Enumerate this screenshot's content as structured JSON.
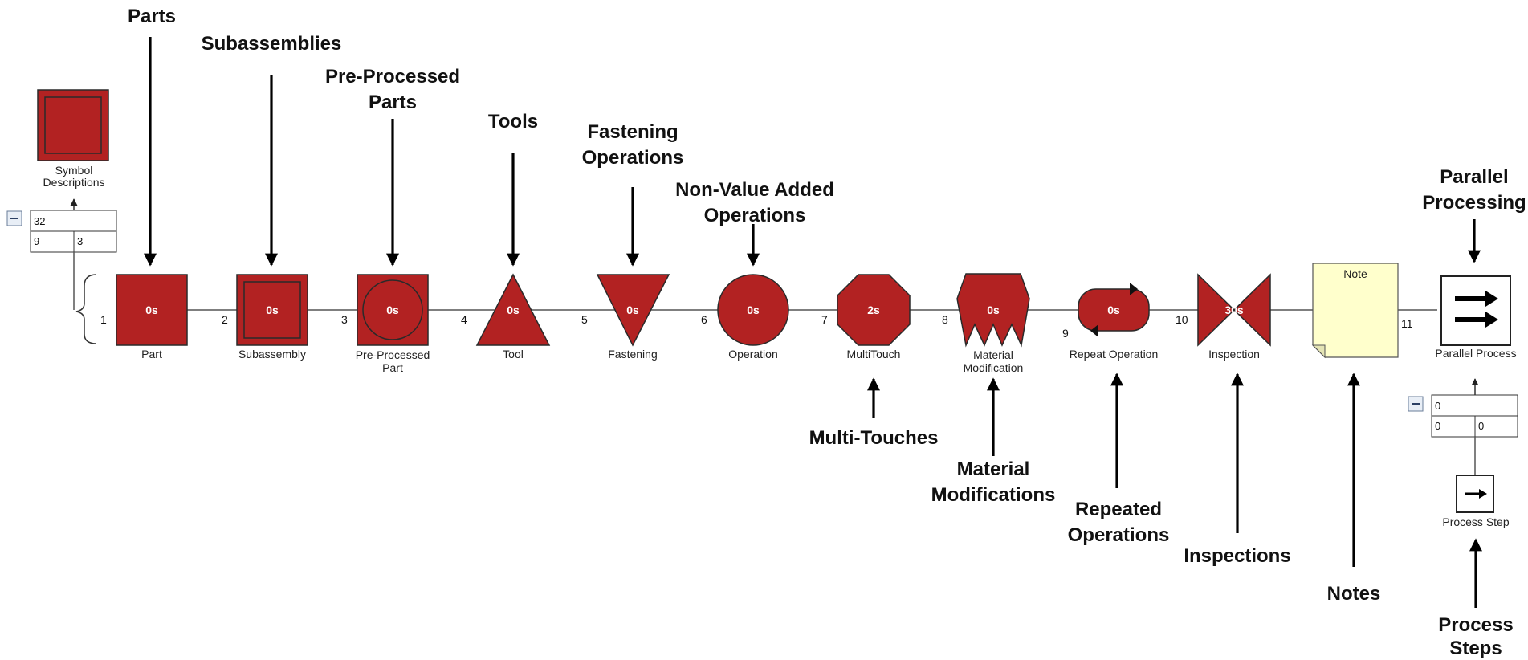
{
  "colors": {
    "symbol_fill": "#b22222",
    "symbol_stroke": "#2a2a2a",
    "note_fill": "#ffffcc",
    "line": "#555555"
  },
  "header": {
    "symbol_descriptions": "Symbol Descriptions",
    "collapse_icon": "minus-icon",
    "summary": {
      "total": "32",
      "left": "9",
      "right": "3"
    }
  },
  "steps": [
    {
      "num": "1",
      "label": "Part",
      "time": "0s",
      "shape": "square"
    },
    {
      "num": "2",
      "label": "Subassembly",
      "time": "0s",
      "shape": "double-square"
    },
    {
      "num": "3",
      "label": "Pre-Processed Part",
      "time": "0s",
      "shape": "square-circle"
    },
    {
      "num": "4",
      "label": "Tool",
      "time": "0s",
      "shape": "triangle-up"
    },
    {
      "num": "5",
      "label": "Fastening",
      "time": "0s",
      "shape": "triangle-down"
    },
    {
      "num": "6",
      "label": "Operation",
      "time": "0s",
      "shape": "circle"
    },
    {
      "num": "7",
      "label": "MultiTouch",
      "time": "2s",
      "shape": "octagon"
    },
    {
      "num": "8",
      "label": "Material Modification",
      "time": "0s",
      "shape": "jagged"
    },
    {
      "num": "9",
      "label": "Repeat Operation",
      "time": "0s",
      "shape": "rounded-loop"
    },
    {
      "num": "10",
      "label": "Inspection",
      "time": "30s",
      "shape": "bowtie"
    },
    {
      "num": "",
      "label": "",
      "time": "",
      "shape": "note",
      "note_title": "Note"
    },
    {
      "num": "11",
      "label": "Parallel Process",
      "time": "",
      "shape": "parallel"
    }
  ],
  "parallel_summary": {
    "total": "0",
    "left": "0",
    "right": "0"
  },
  "process_step": {
    "label": "Process Step"
  },
  "callouts": {
    "parts": "Parts",
    "subassemblies": "Subassemblies",
    "preprocessed": "Pre-Processed Parts",
    "tools": "Tools",
    "fastening": "Fastening Operations",
    "nonvalue": "Non-Value Added Operations",
    "multitouch": "Multi-Touches",
    "material": "Material Modifications",
    "repeated": "Repeated Operations",
    "inspections": "Inspections",
    "notes": "Notes",
    "parallel": "Parallel Processing",
    "processsteps": "Process Steps"
  }
}
